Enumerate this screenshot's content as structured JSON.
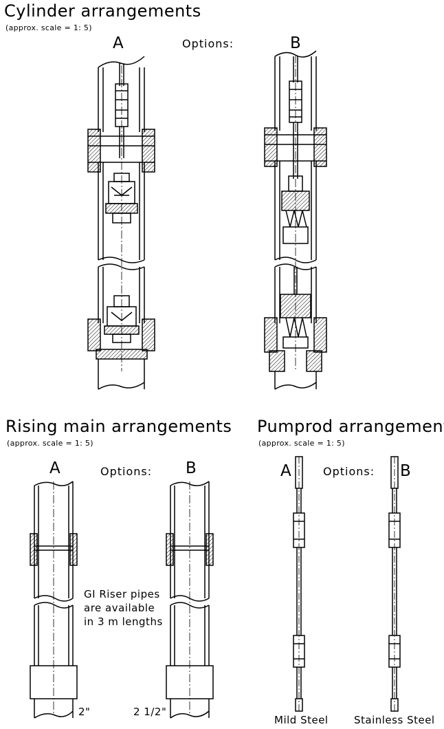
{
  "cylinder": {
    "title": "Cylinder arrangements",
    "scale": "(approx. scale = 1: 5)",
    "options_label": "Options:",
    "option_a": "A",
    "option_b": "B"
  },
  "rising": {
    "title": "Rising main arrangements",
    "scale": "(approx. scale = 1: 5)",
    "options_label": "Options:",
    "option_a": "A",
    "option_b": "B",
    "note_line1": "GI Riser pipes",
    "note_line2": "are available",
    "note_line3": "in 3 m lengths",
    "size_a": "2\"",
    "size_b": "2 1/2\""
  },
  "pumprod": {
    "title": "Pumprod arrangement",
    "scale": "(approx. scale = 1: 5)",
    "options_label": "Options:",
    "option_a": "A",
    "option_b": "B",
    "material_a": "Mild Steel",
    "material_b": "Stainless Steel"
  }
}
